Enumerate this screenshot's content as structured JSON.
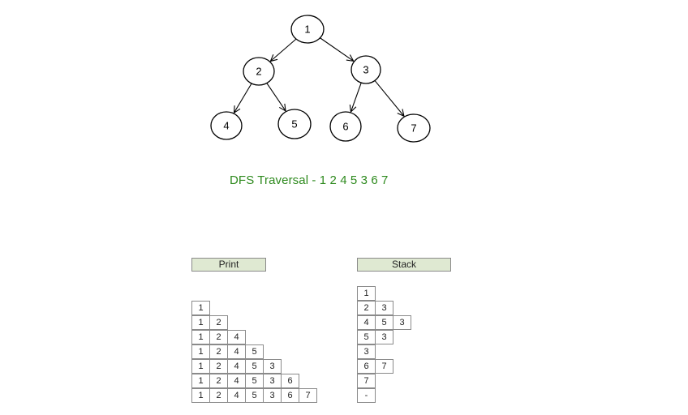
{
  "tree": {
    "nodes": [
      {
        "id": "n1",
        "label": "1"
      },
      {
        "id": "n2",
        "label": "2"
      },
      {
        "id": "n3",
        "label": "3"
      },
      {
        "id": "n4",
        "label": "4"
      },
      {
        "id": "n5",
        "label": "5"
      },
      {
        "id": "n6",
        "label": "6"
      },
      {
        "id": "n7",
        "label": "7"
      }
    ],
    "edges": [
      [
        "n1",
        "n2"
      ],
      [
        "n1",
        "n3"
      ],
      [
        "n2",
        "n4"
      ],
      [
        "n2",
        "n5"
      ],
      [
        "n3",
        "n6"
      ],
      [
        "n3",
        "n7"
      ]
    ]
  },
  "caption": "DFS Traversal - 1 2 4 5 3 6 7",
  "print_table": {
    "header": "Print",
    "rows": [
      [
        "1"
      ],
      [
        "1",
        "2"
      ],
      [
        "1",
        "2",
        "4"
      ],
      [
        "1",
        "2",
        "4",
        "5"
      ],
      [
        "1",
        "2",
        "4",
        "5",
        "3"
      ],
      [
        "1",
        "2",
        "4",
        "5",
        "3",
        "6"
      ],
      [
        "1",
        "2",
        "4",
        "5",
        "3",
        "6",
        "7"
      ]
    ]
  },
  "stack_table": {
    "header": "Stack",
    "rows": [
      [
        "1"
      ],
      [
        "2",
        "3"
      ],
      [
        "4",
        "5",
        "3"
      ],
      [
        "5",
        "3"
      ],
      [
        "3"
      ],
      [
        "6",
        "7"
      ],
      [
        "7"
      ],
      [
        "-"
      ]
    ]
  }
}
